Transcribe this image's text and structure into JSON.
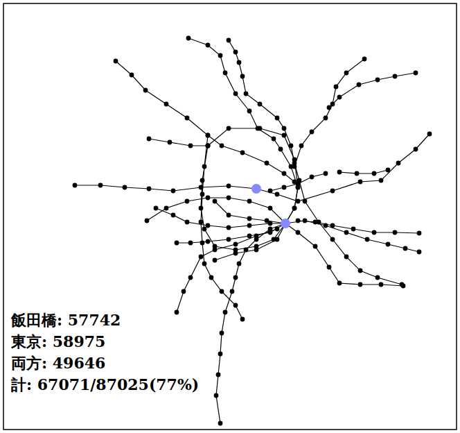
{
  "diagram": {
    "labels": [
      "飯田橋: 57742",
      "東京: 58975",
      "両方: 49646",
      "計: 67071/87025(77%)"
    ]
  }
}
